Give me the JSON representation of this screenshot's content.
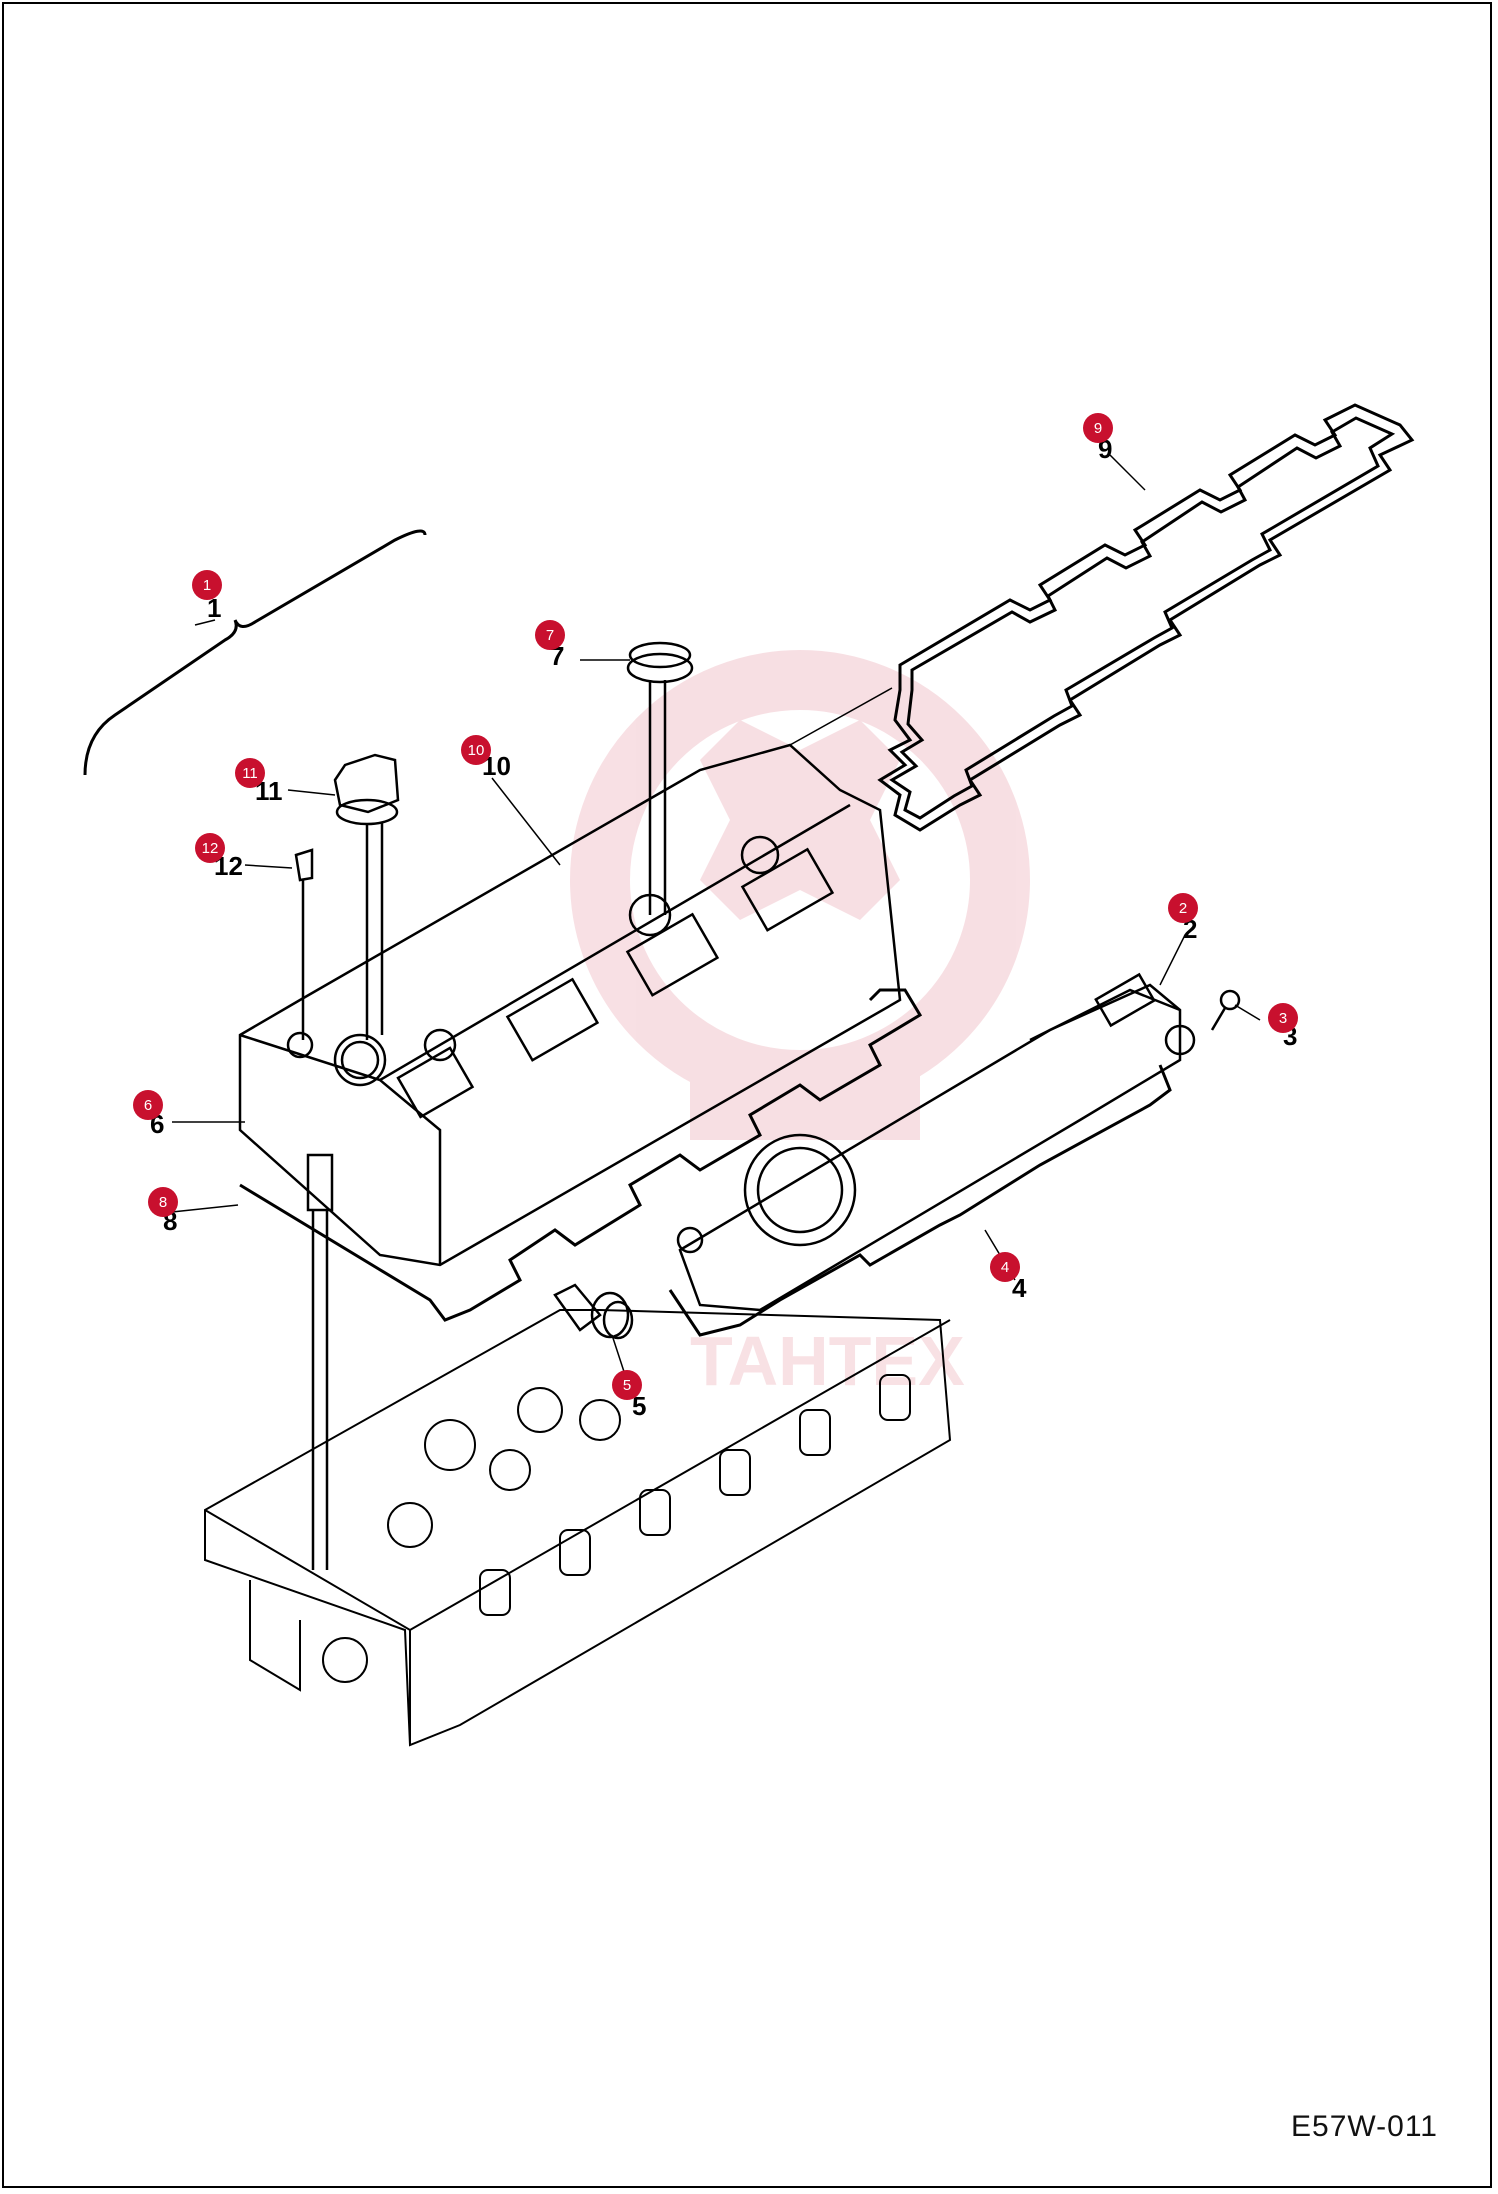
{
  "drawing_code": "E57W-011",
  "accent_color": "#c8102e",
  "watermark_text": "TAHTEX",
  "callouts": [
    {
      "id": "1",
      "label": "1"
    },
    {
      "id": "2",
      "label": "2"
    },
    {
      "id": "3",
      "label": "3"
    },
    {
      "id": "4",
      "label": "4"
    },
    {
      "id": "5",
      "label": "5"
    },
    {
      "id": "6",
      "label": "6"
    },
    {
      "id": "7",
      "label": "7"
    },
    {
      "id": "8",
      "label": "8"
    },
    {
      "id": "9",
      "label": "9"
    },
    {
      "id": "10",
      "label": "10"
    },
    {
      "id": "11",
      "label": "11"
    },
    {
      "id": "12",
      "label": "12"
    }
  ]
}
